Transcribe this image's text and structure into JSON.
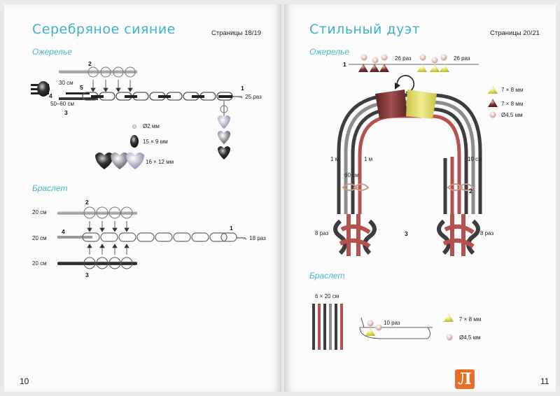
{
  "left": {
    "title": "Серебряное сияние",
    "pages": "Страницы 18/19",
    "necklace_heading": "Ожерелье",
    "bracelet_heading": "Браслет",
    "page_number": "10",
    "necklace_labels": {
      "step1": "1",
      "step2": "2",
      "step3": "3",
      "step4": "4",
      "step5": "5",
      "len30": "30 см",
      "len5060": "50–60 см",
      "repeat": "→ 25 раз"
    },
    "legend": {
      "small": "Ø2 мм",
      "oval": "15 × 9 мм",
      "heart": "16 × 12 мм"
    },
    "bracelet_labels": {
      "len_top": "20 см",
      "len_mid": "20 см",
      "len_bot": "20 см",
      "step1": "1",
      "step2": "2",
      "step3": "3",
      "step4": "4",
      "repeat": "→ 18 раз"
    }
  },
  "right": {
    "title": "Стильный дуэт",
    "pages": "Страницы 20/21",
    "necklace_heading": "Ожерелье",
    "bracelet_heading": "Браслет",
    "page_number": "11",
    "necklace_labels": {
      "step1": "1",
      "step2": "2",
      "step3": "3",
      "rep1": "26 раз",
      "rep2": "26 раз",
      "len1a": "1 м",
      "len1b": "1 м",
      "len10": "10 см",
      "len60": "60 см",
      "knot_l": "8 раз",
      "knot_r": "8 раз"
    },
    "legend": {
      "yellow": "7 × 8 мм",
      "brown": "7 × 8 мм",
      "pearl": "Ø4,5 мм"
    },
    "bracelet_labels": {
      "cords": "6 × 20 см",
      "repeat": "10 раз"
    },
    "bracelet_legend": {
      "yellow": "7 × 8 мм",
      "pearl": "Ø4,5 мм"
    }
  },
  "logo": {
    "letter": "Л"
  },
  "colors": {
    "accent": "#3fb3c4",
    "cord_dark": "#3d3d3d",
    "cord_gray": "#8c8c8c",
    "cord_red": "#b5514e",
    "bead_brown": "#7a3030",
    "bead_yellow": "#e2e05a",
    "pearl": "#e6c3b8"
  }
}
